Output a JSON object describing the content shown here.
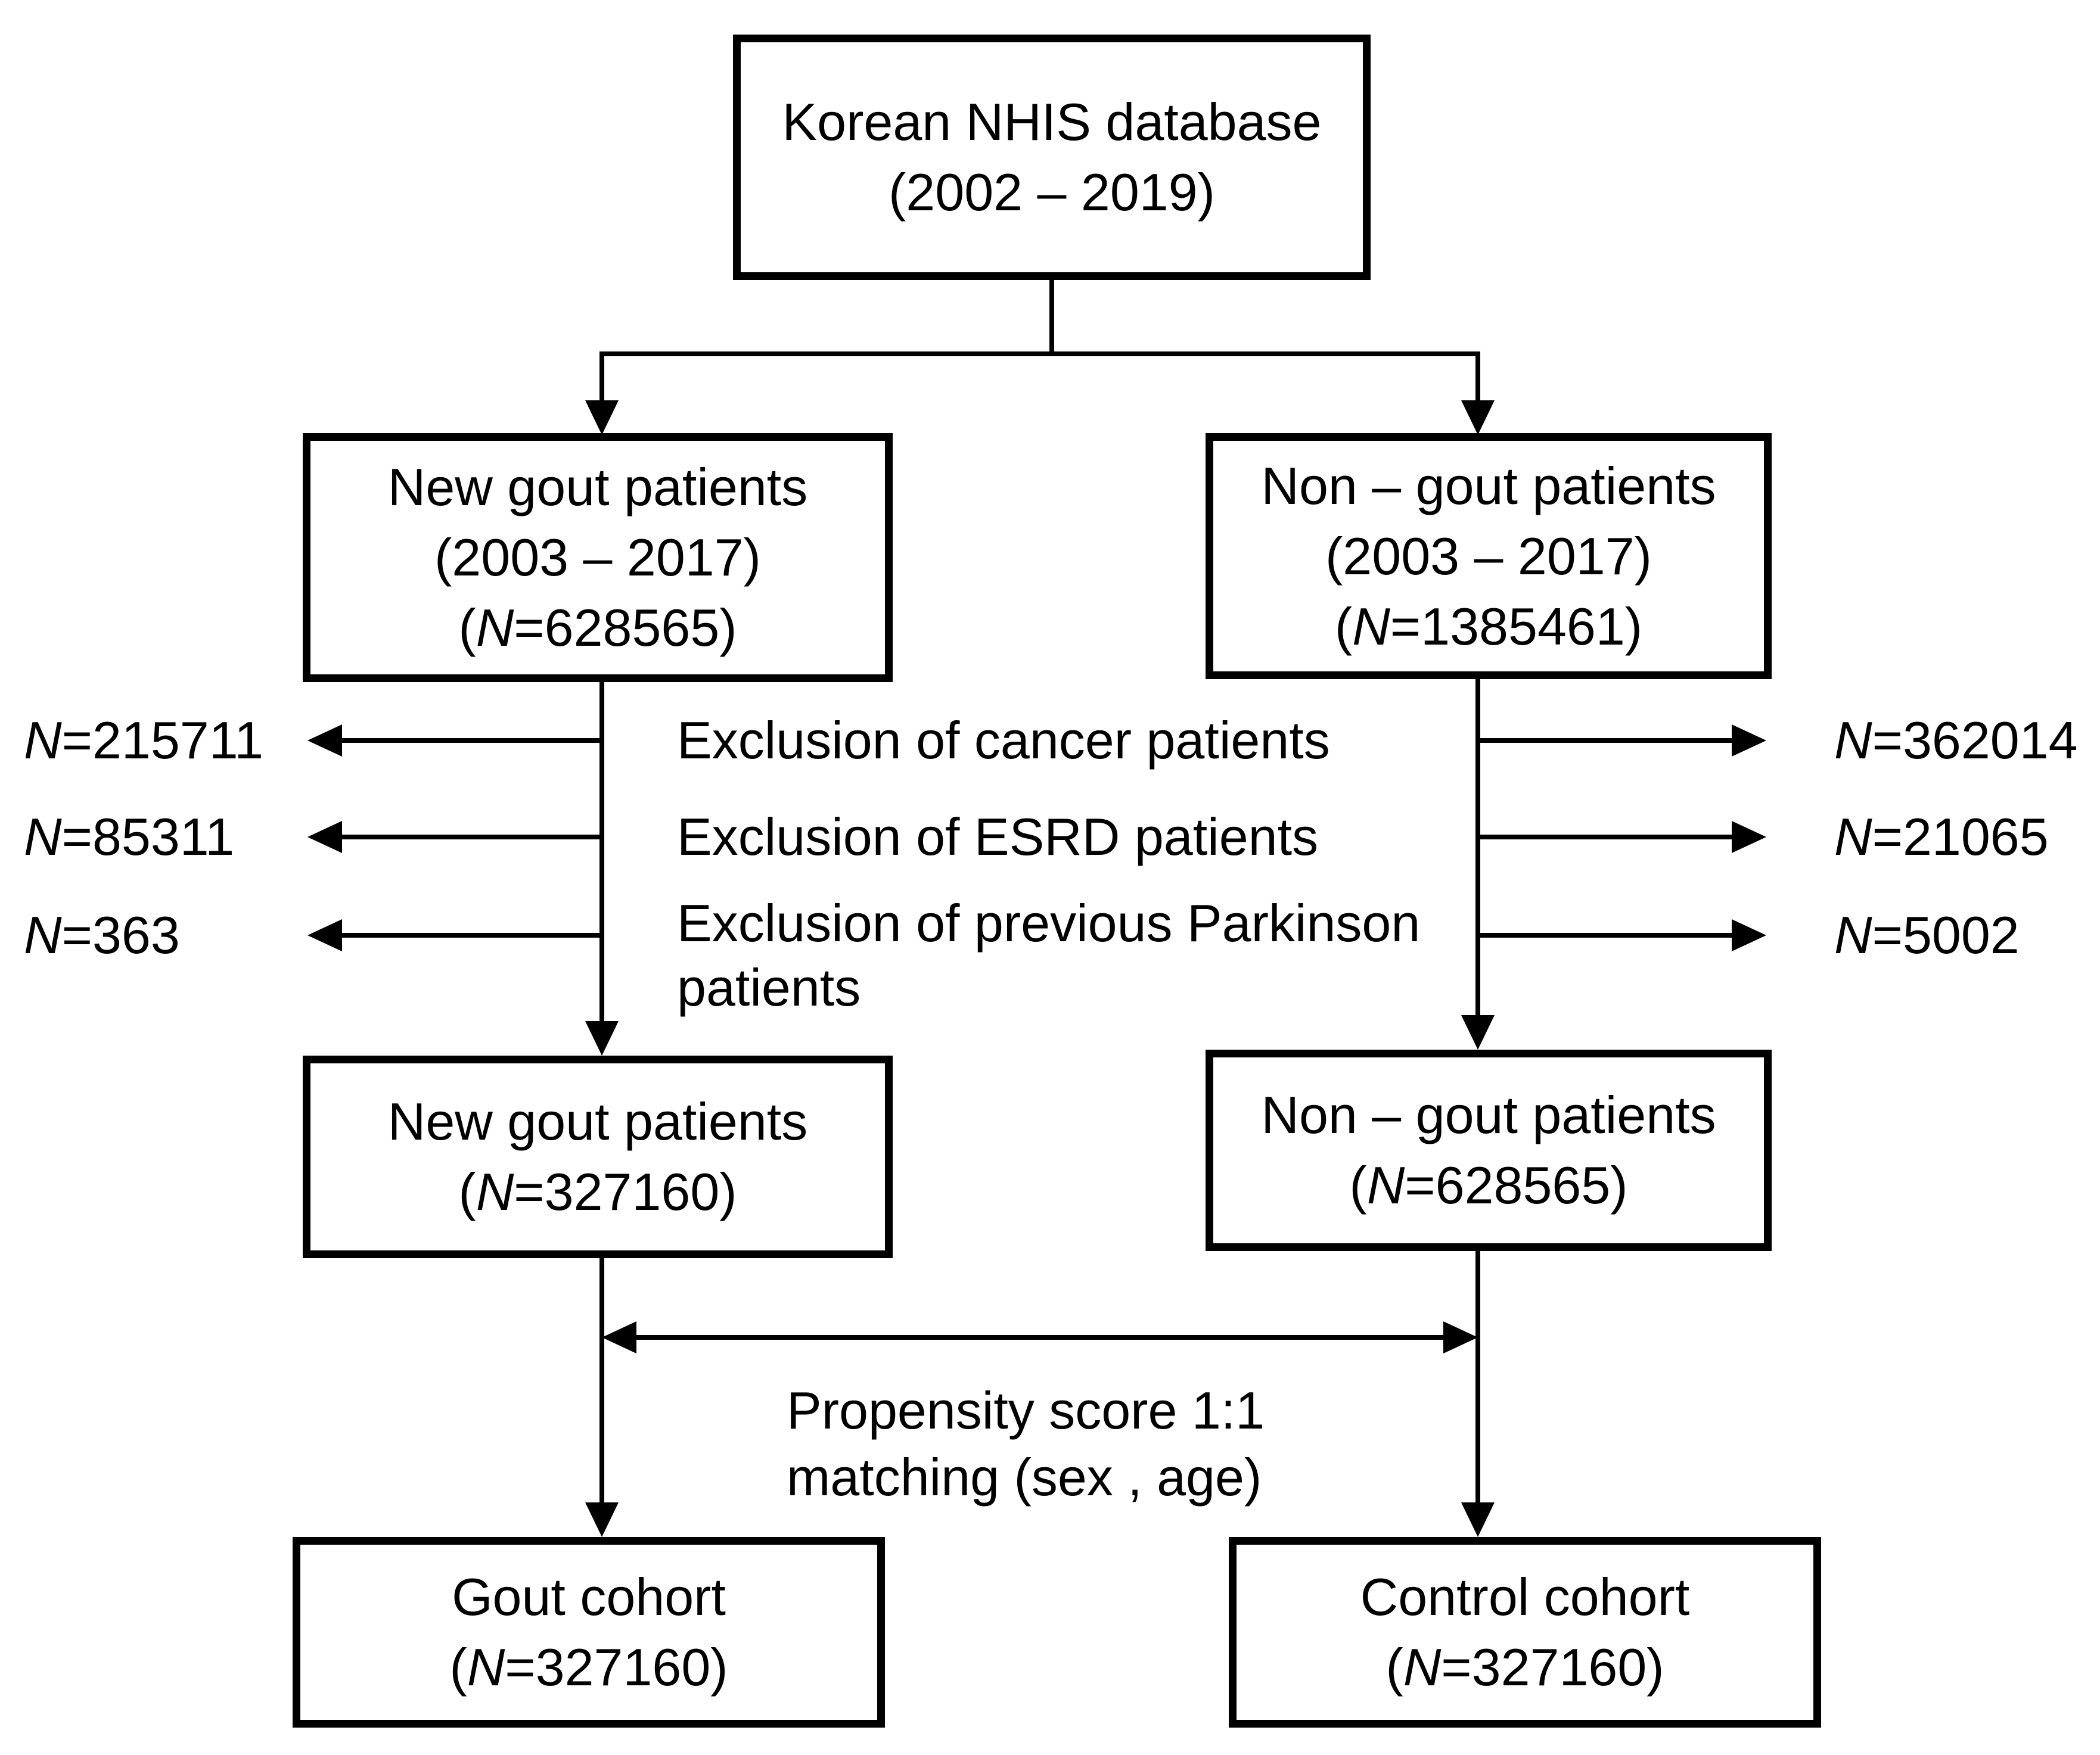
{
  "flowchart": {
    "source_box": {
      "line1": "Korean NHIS database",
      "line2": "(2002 – 2019)"
    },
    "gout_initial_box": {
      "line1": "New gout patients",
      "line2": "(2003 – 2017)",
      "n_open": "(",
      "n": "N",
      "n_rest": "=628565)"
    },
    "nongout_initial_box": {
      "line1": "Non – gout patients",
      "line2": "(2003 – 2017)",
      "n_open": "(",
      "n": "N",
      "n_rest": "=1385461)"
    },
    "gout_filtered_box": {
      "line1": "New gout patients",
      "n_open": "(",
      "n": "N",
      "n_rest": "=327160)"
    },
    "nongout_filtered_box": {
      "line1": "Non – gout patients",
      "n_open": "(",
      "n": "N",
      "n_rest": "=628565)"
    },
    "gout_cohort_box": {
      "line1": "Gout cohort",
      "n_open": "(",
      "n": "N",
      "n_rest": "=327160)"
    },
    "control_cohort_box": {
      "line1": "Control cohort",
      "n_open": "(",
      "n": "N",
      "n_rest": "=327160)"
    },
    "exclusions": [
      {
        "label": "Exclusion of cancer patients",
        "label2": "",
        "left_n": "N",
        "left_rest": "=215711",
        "right_n": "N",
        "right_rest": "=362014"
      },
      {
        "label": "Exclusion of ESRD patients",
        "label2": "",
        "left_n": "N",
        "left_rest": "=85311",
        "right_n": "N",
        "right_rest": "=21065"
      },
      {
        "label": "Exclusion of previous Parkinson",
        "label2": "patients",
        "left_n": "N",
        "left_rest": "=363",
        "right_n": "N",
        "right_rest": "=5002"
      }
    ],
    "matching_label": {
      "line1": "Propensity score 1:1",
      "line2": "matching (sex , age)"
    },
    "colors": {
      "line": "#000000",
      "text": "#000000",
      "background": "#ffffff"
    }
  }
}
